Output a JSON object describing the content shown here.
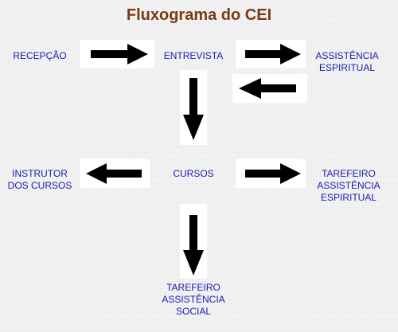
{
  "title": "Fluxograma do CEI",
  "nodes": {
    "recepcao": "RECEPÇÃO",
    "entrevista": "ENTREVISTA",
    "assistencia_espiritual": "ASSISTÊNCIA\nESPIRITUAL",
    "cursos": "CURSOS",
    "instrutor_cursos": "INSTRUTOR\nDOS CURSOS",
    "tarefeiro_assistencia_espiritual": "TAREFEIRO\nASSISTÊNCIA\nESPIRITUAL",
    "tarefeiro_assistencia_social": "TAREFEIRO\nASSISTÊNCIA\nSOCIAL"
  },
  "colors": {
    "title": "#7a3a14",
    "node_text": "#1c1cb4",
    "arrow": "#000000",
    "arrow_panel": "#ffffff",
    "background": "#f1f1f1"
  }
}
